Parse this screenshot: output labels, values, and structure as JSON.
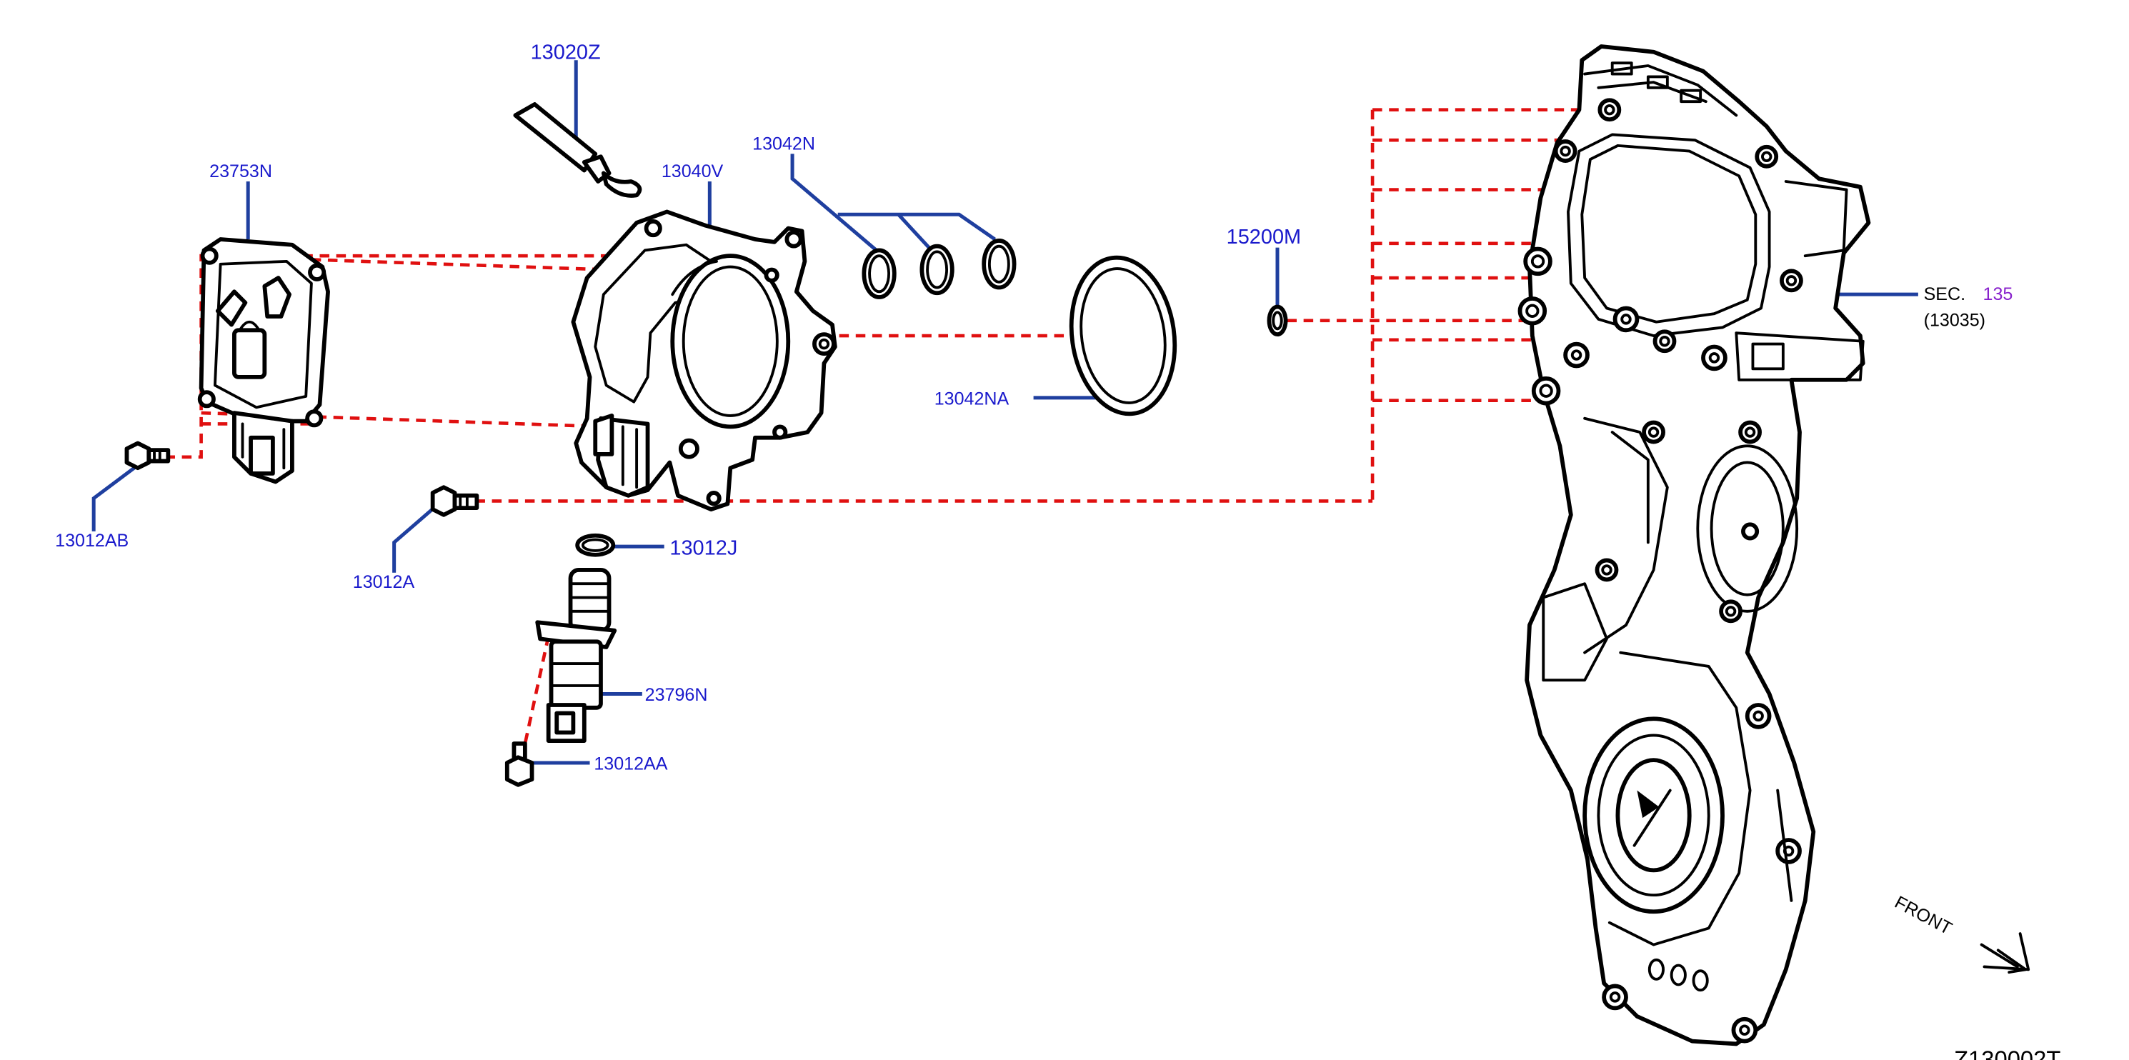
{
  "labels": {
    "p13020Z": "13020Z",
    "p23753N": "23753N",
    "p13040V": "13040V",
    "p13042N": "13042N",
    "p15200M": "15200M",
    "p13042NA": "13042NA",
    "p13012AB": "13012AB",
    "p13012A": "13012A",
    "p13012J": "13012J",
    "p23796N": "23796N",
    "p13012AA": "13012AA"
  },
  "section_ref": {
    "prefix": "SEC.",
    "number": "135",
    "sub": "(13035)"
  },
  "front_label": "FRONT",
  "diagram_code": "Z130002T",
  "colors": {
    "label_text": "#1a1acc",
    "leader_line": "#1f3f9f",
    "alignment_dash": "#e01010",
    "section_number": "#8822cc",
    "outline": "#000000"
  }
}
